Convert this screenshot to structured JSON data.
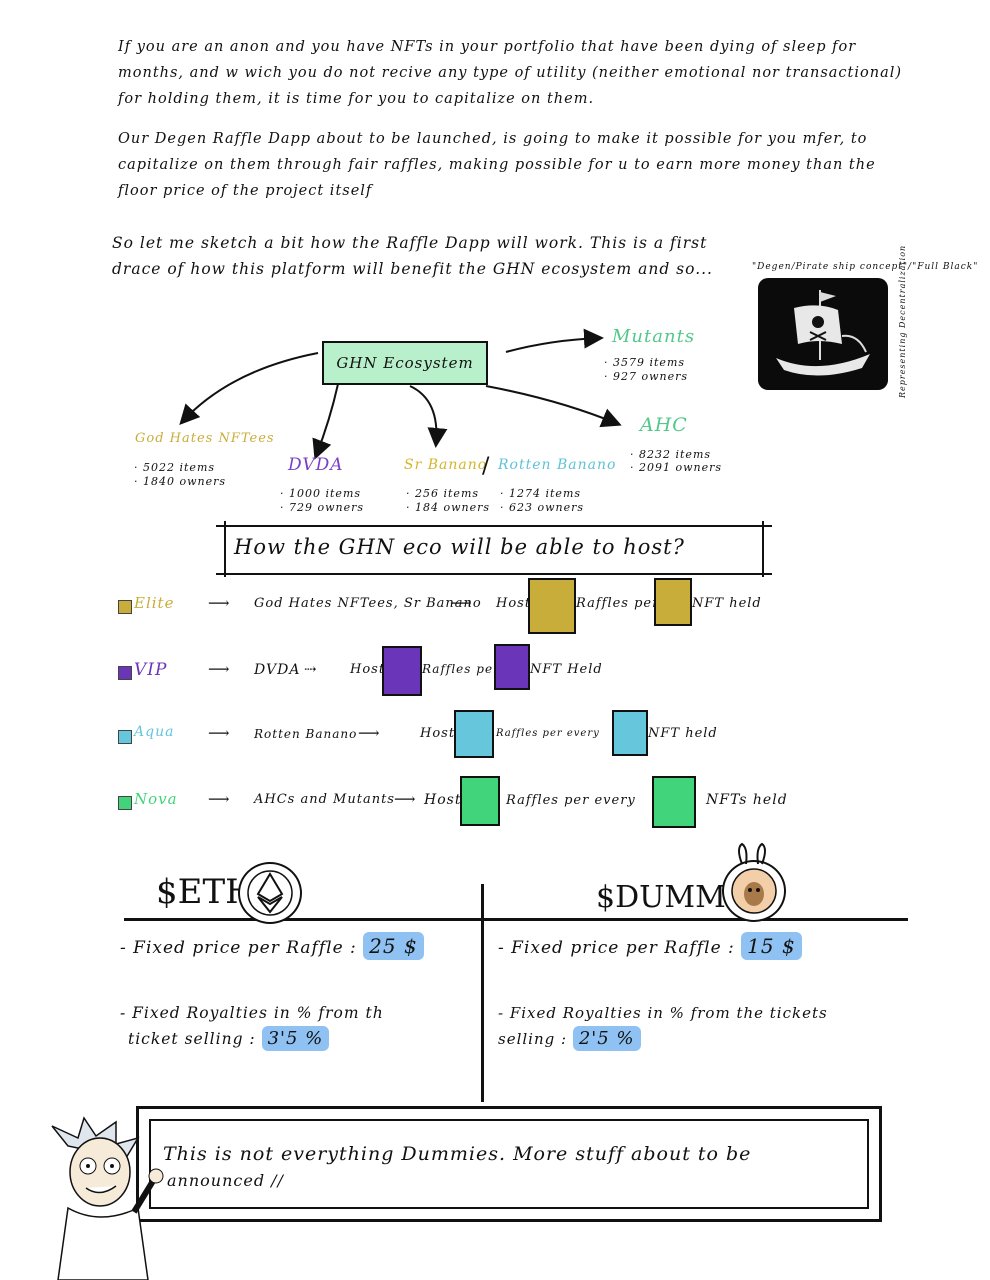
{
  "intro": {
    "p1": "If you are an anon and you have NFTs in your portfolio that have been dying of sleep for months, and w wich you do not recive any type of utility (neither emotional nor transactional) for holding them, it is time for you to capitalize on them.",
    "p2": "Our Degen Raffle Dapp about to be launched, is going to make it possible for you mfer, to capitalize on them through fair raffles, making possible for u to earn more money than the floor price of the project itself",
    "p3": "So let me sketch a bit how the Raffle Dapp will work. This is a first drace of how this platform will benefit the GHN ecosystem and so..."
  },
  "ship": {
    "caption": "\"Degen/Pirate ship concept\"/\"Full Black\"",
    "side_caption": "Representing Decentralization"
  },
  "ecosystem": {
    "center": "GHN Ecosystem",
    "projects": [
      {
        "name": "Mutants",
        "items": "3579 items",
        "owners": "927 owners",
        "color": "#52c98a"
      },
      {
        "name": "AHC",
        "items": "8232 items",
        "owners": "2091 owners",
        "color": "#52c98a"
      },
      {
        "name": "God Hates NFTees",
        "items": "5022 items",
        "owners": "1840 owners",
        "color": "#c9ad3a"
      },
      {
        "name": "DVDA",
        "items": "1000 items",
        "owners": "729 owners",
        "color": "#7b3fc4"
      },
      {
        "name": "Sr Banano",
        "items": "256 items",
        "owners": "184 owners",
        "color": "#d4b52a"
      },
      {
        "name": "Rotten Banano",
        "items": "1274 items",
        "owners": "623 owners",
        "color": "#5ec3d9"
      }
    ],
    "center_color": "#b8f0cc"
  },
  "host": {
    "title": "How the GHN eco will be able to host?",
    "tiers": [
      {
        "name": "Elite",
        "color": "#c9ad3a",
        "projects": "God Hates NFTees, Sr Banano",
        "host": "Host",
        "mid": "Raffles per",
        "tail": "NFT held"
      },
      {
        "name": "VIP",
        "color": "#6a35b8",
        "projects": "DVDA",
        "host": "Host",
        "mid": "Raffles per",
        "tail": "NFT Held"
      },
      {
        "name": "Aqua",
        "color": "#66c6dc",
        "projects": "Rotten Banano",
        "host": "Host",
        "mid": "Raffles per every",
        "tail": "NFT held"
      },
      {
        "name": "Nova",
        "color": "#41d47a",
        "projects": "AHCs and Mutants",
        "host": "Host",
        "mid": "Raffles per every",
        "tail": "NFTs held"
      }
    ]
  },
  "tokens": {
    "eth": {
      "title": "$ETH",
      "fixed_label": "- Fixed price per Raffle :",
      "fixed_value": "25 $",
      "roy_label_1": "- Fixed Royalties in % from th",
      "roy_label_2": "ticket selling :",
      "roy_value": "3'5 %"
    },
    "dummy": {
      "title": "$DUMMY",
      "fixed_label": "- Fixed price per Raffle :",
      "fixed_value": "15 $",
      "roy_label_1": "- Fixed Royalties in % from the tickets",
      "roy_label_2": "selling :",
      "roy_value": "2'5 %"
    },
    "highlight_color": "#8fc2f2"
  },
  "footer": {
    "text_1": "This is not everything Dummies. More stuff about to be",
    "text_2": "announced"
  }
}
